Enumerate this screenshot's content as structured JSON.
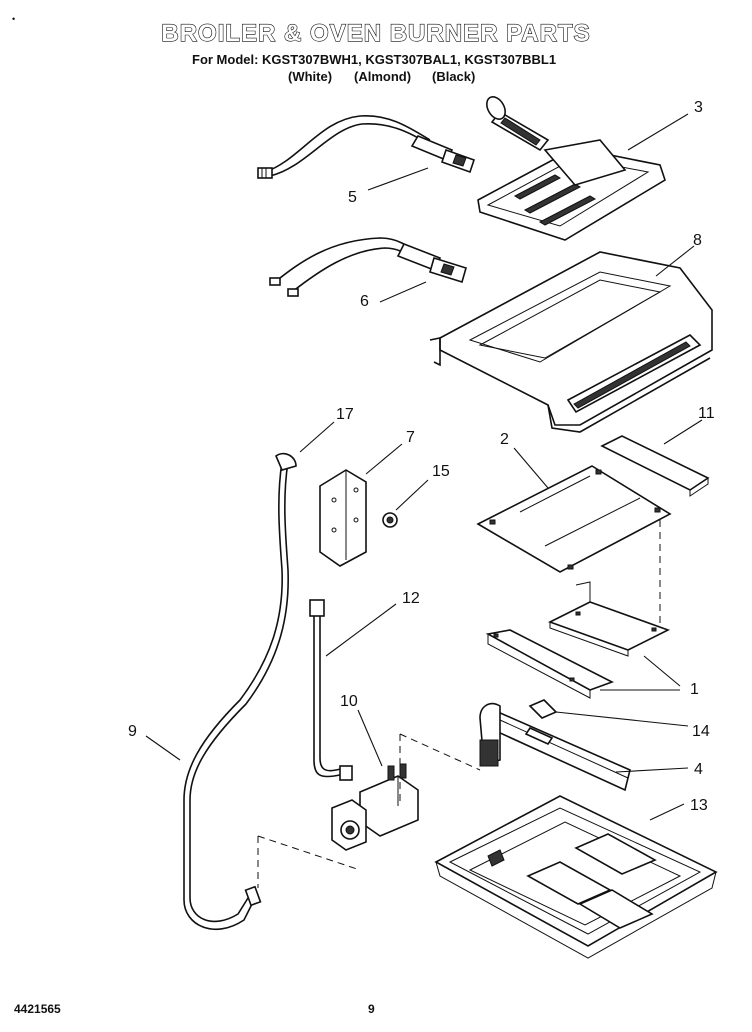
{
  "header": {
    "title": "BROILER & OVEN BURNER PARTS",
    "models": "For Model: KGST307BWH1, KGST307BAL1, KGST307BBL1",
    "variants": [
      "(White)",
      "(Almond)",
      "(Black)"
    ]
  },
  "callouts": [
    "3",
    "5",
    "8",
    "6",
    "17",
    "7",
    "11",
    "2",
    "15",
    "12",
    "1",
    "10",
    "9",
    "14",
    "4",
    "13"
  ],
  "footer": {
    "doc_number": "4421565",
    "page": "9"
  }
}
